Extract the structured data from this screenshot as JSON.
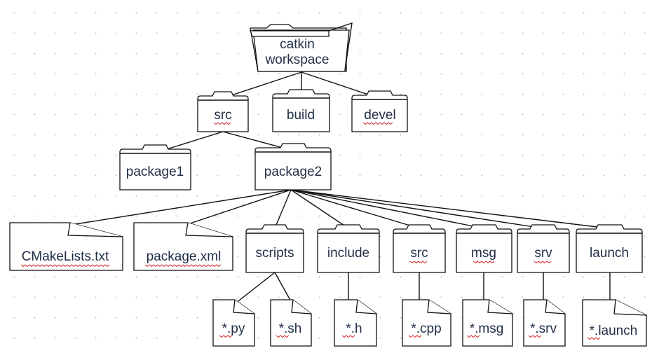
{
  "root": {
    "line1": "catkin",
    "line2": "workspace"
  },
  "workspace_dirs": [
    "src",
    "build",
    "devel"
  ],
  "packages": [
    "package1",
    "package2"
  ],
  "package_files": [
    "CMakeLists.txt",
    "package.xml"
  ],
  "package_dirs": [
    "scripts",
    "include",
    "src",
    "msg",
    "srv",
    "launch"
  ],
  "leaf_files": [
    "*.py",
    "*.sh",
    "*.h",
    "*.cpp",
    "*.msg",
    "*.srv",
    "*.launch"
  ],
  "colors": {
    "label": "#1f2d46",
    "outline": "#111111",
    "spellcheck": "#d42020"
  }
}
